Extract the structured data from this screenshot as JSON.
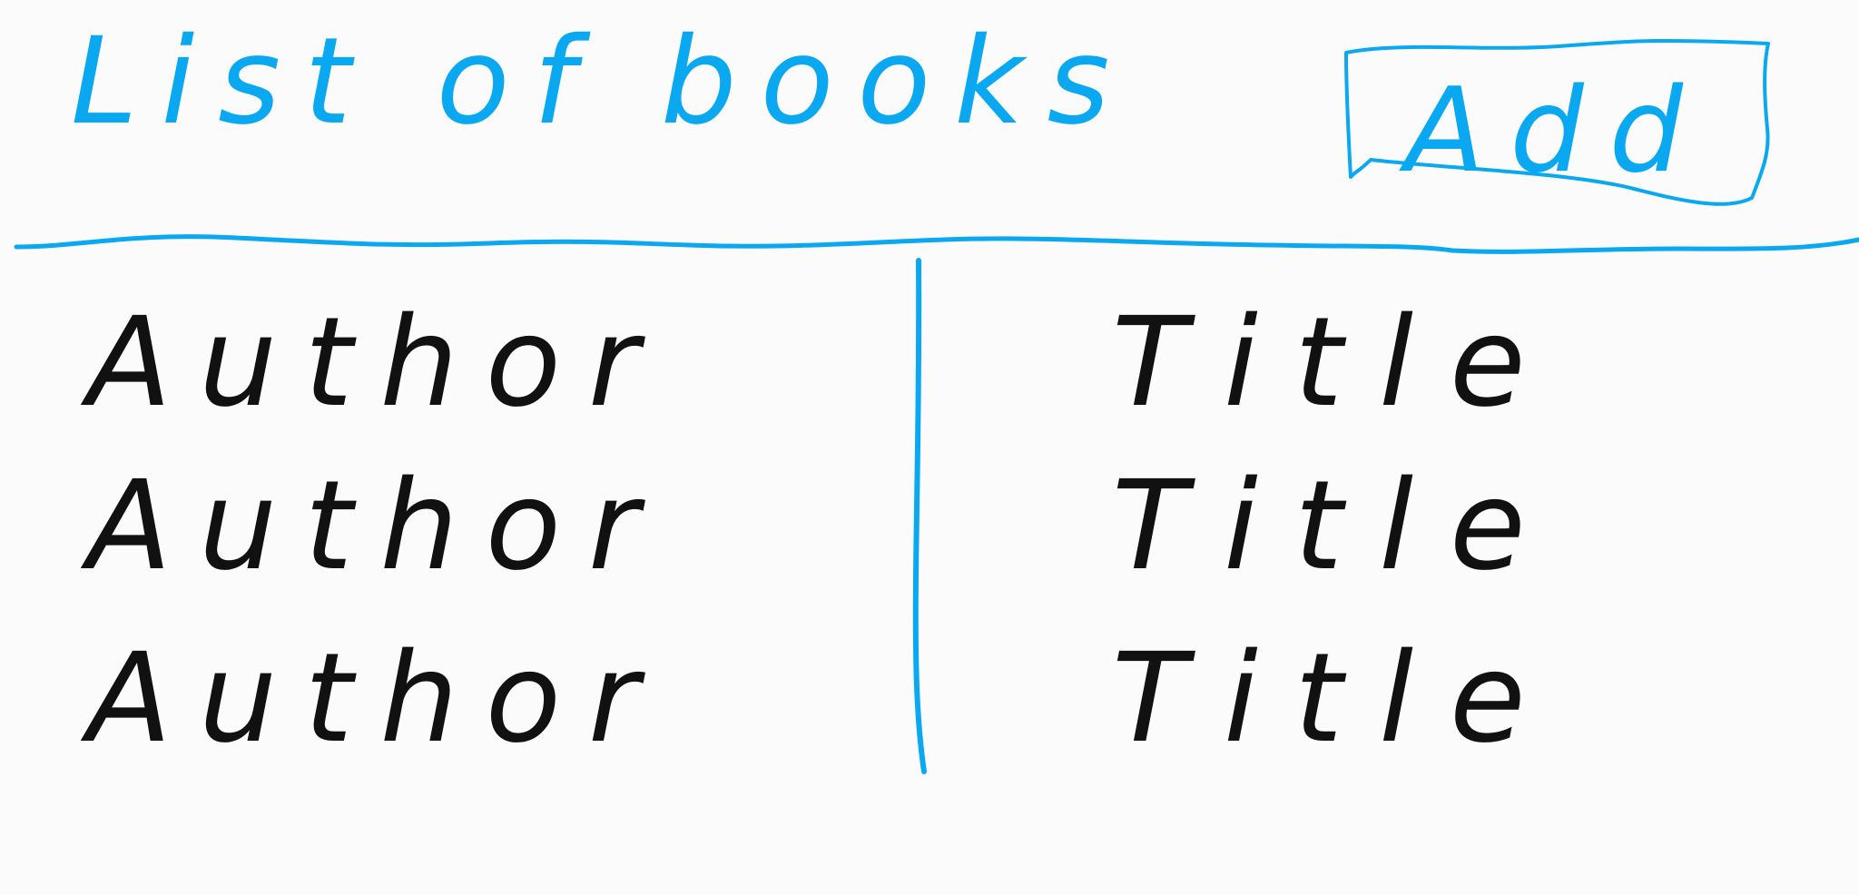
{
  "header": {
    "title": "List of books",
    "add_button_label": "Add"
  },
  "table": {
    "rows": [
      {
        "author": "Author",
        "title": "Title"
      },
      {
        "author": "Author",
        "title": "Title"
      },
      {
        "author": "Author",
        "title": "Title"
      }
    ]
  },
  "colors": {
    "accent": "#0aa8f0",
    "text": "#111111",
    "background": "#fbfbfb"
  }
}
